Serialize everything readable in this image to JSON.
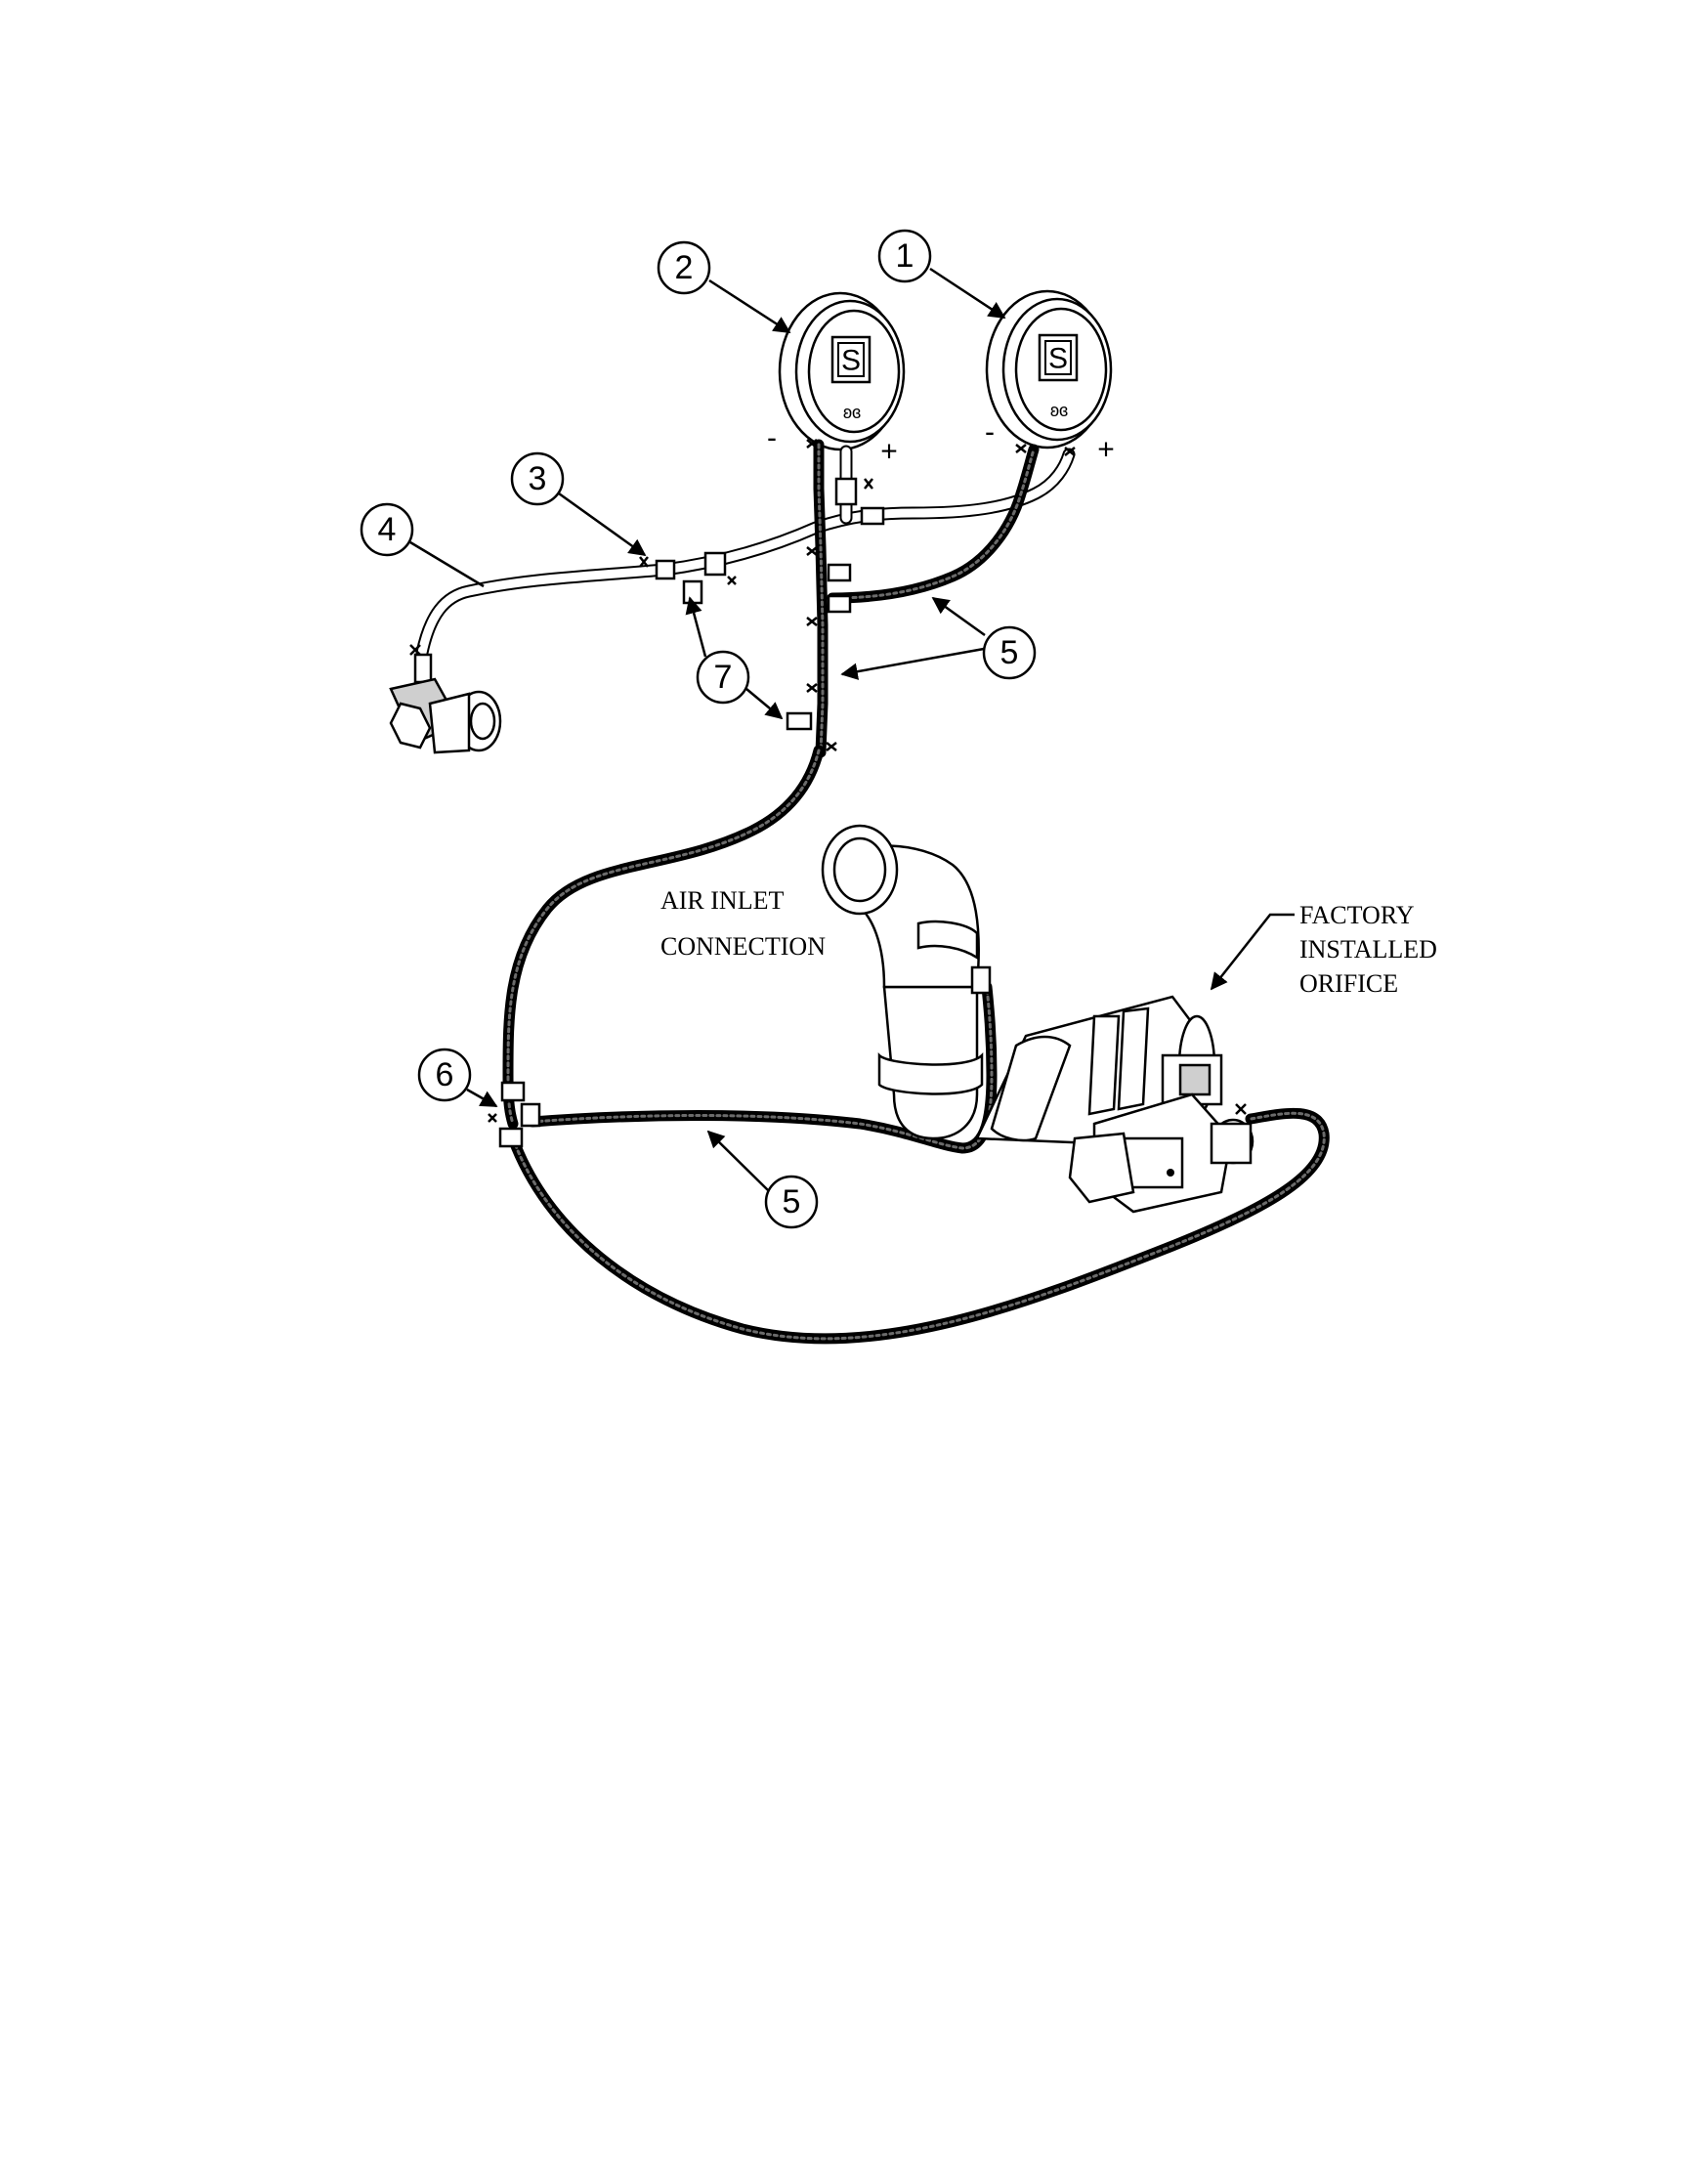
{
  "callouts": [
    {
      "id": "1",
      "label": "1"
    },
    {
      "id": "2",
      "label": "2"
    },
    {
      "id": "3",
      "label": "3"
    },
    {
      "id": "4",
      "label": "4"
    },
    {
      "id": "5a",
      "label": "5"
    },
    {
      "id": "5b",
      "label": "5"
    },
    {
      "id": "6",
      "label": "6"
    },
    {
      "id": "7",
      "label": "7"
    }
  ],
  "gauge_signs": {
    "left_minus": "-",
    "left_plus": "+",
    "right_minus": "-",
    "right_plus": "+"
  },
  "labels": {
    "air_inlet_line1": "AIR INLET",
    "air_inlet_line2": "CONNECTION",
    "orifice_line1": "FACTORY",
    "orifice_line2": "INSTALLED",
    "orifice_line3": "ORIFICE"
  },
  "gauge_face": {
    "symbol": "S",
    "sub": "ʚɞ"
  }
}
